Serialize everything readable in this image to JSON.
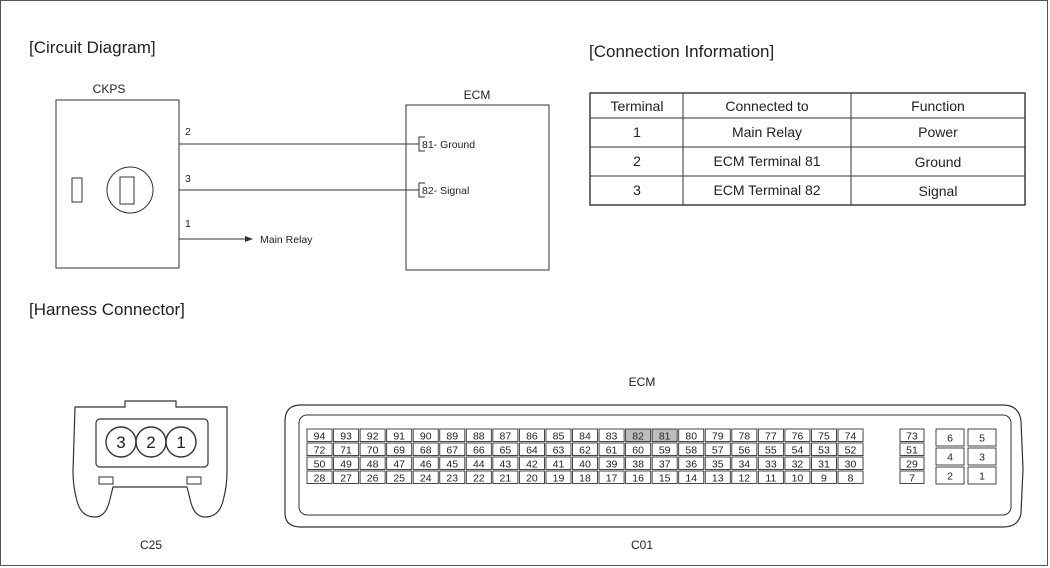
{
  "sections": {
    "circuit": "[Circuit Diagram]",
    "connection": "[Connection Information]",
    "harness": "[Harness Connector]"
  },
  "circuit": {
    "ckps_label": "CKPS",
    "ecm_label": "ECM",
    "wires": [
      {
        "pin": "2",
        "ecm_text": "81- Ground"
      },
      {
        "pin": "3",
        "ecm_text": "82- Signal"
      },
      {
        "pin": "1",
        "dest": "Main Relay"
      }
    ]
  },
  "table": {
    "headers": [
      "Terminal",
      "Connected to",
      "Function"
    ],
    "rows": [
      [
        "1",
        "Main Relay",
        "Power"
      ],
      [
        "2",
        "ECM Terminal 81",
        "Ground"
      ],
      [
        "3",
        "ECM Terminal 82",
        "Signal"
      ]
    ]
  },
  "harness": {
    "c25_pins": [
      "3",
      "2",
      "1"
    ],
    "c25_label": "C25",
    "ecm_label": "ECM",
    "c01_label": "C01",
    "c01_rows": [
      [
        "94",
        "93",
        "92",
        "91",
        "90",
        "89",
        "88",
        "87",
        "86",
        "85",
        "84",
        "83",
        "82",
        "81",
        "80",
        "79",
        "78",
        "77",
        "76",
        "75",
        "74"
      ],
      [
        "72",
        "71",
        "70",
        "69",
        "68",
        "67",
        "66",
        "65",
        "64",
        "63",
        "62",
        "61",
        "60",
        "59",
        "58",
        "57",
        "56",
        "55",
        "54",
        "53",
        "52"
      ],
      [
        "50",
        "49",
        "48",
        "47",
        "46",
        "45",
        "44",
        "43",
        "42",
        "41",
        "40",
        "39",
        "38",
        "37",
        "36",
        "35",
        "34",
        "33",
        "32",
        "31",
        "30"
      ],
      [
        "28",
        "27",
        "26",
        "25",
        "24",
        "23",
        "22",
        "21",
        "20",
        "19",
        "18",
        "17",
        "16",
        "15",
        "14",
        "13",
        "12",
        "11",
        "10",
        "9",
        "8"
      ]
    ],
    "c01_side_col": [
      "73",
      "51",
      "29",
      "7"
    ],
    "c01_right_block": [
      [
        "6",
        "5"
      ],
      [
        "4",
        "3"
      ],
      [
        "2",
        "1"
      ]
    ],
    "highlighted_pins": [
      "82",
      "81"
    ],
    "highlight_color": "#bdbdbd"
  }
}
